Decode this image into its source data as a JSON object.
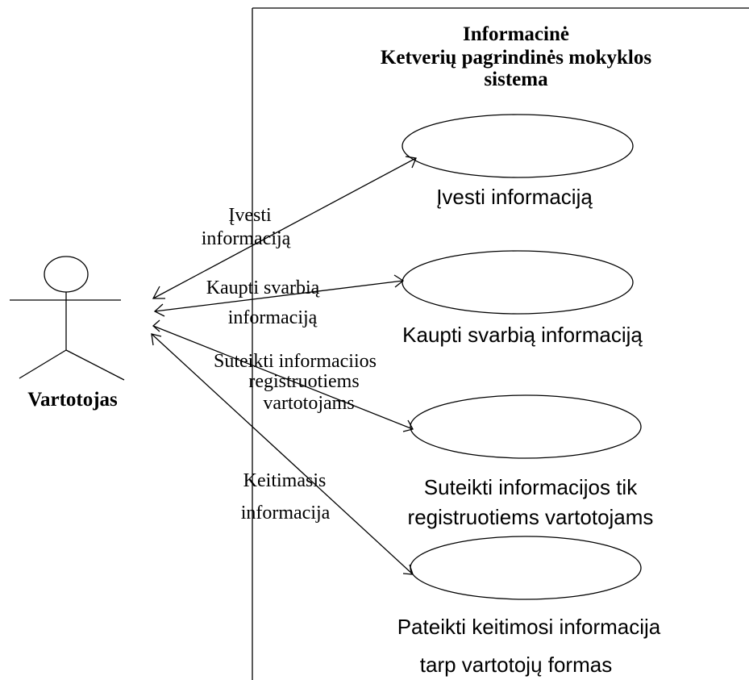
{
  "system": {
    "title_lines": [
      "Informacinė",
      "Ketverių pagrindinės mokyklos",
      "sistema"
    ]
  },
  "actor": {
    "name": "Vartotojas"
  },
  "use_cases": [
    {
      "id": "uc1",
      "label_lines": [
        "Įvesti informaciją"
      ]
    },
    {
      "id": "uc2",
      "label_lines": [
        "Kaupti svarbią informaciją"
      ]
    },
    {
      "id": "uc3",
      "label_lines": [
        "Suteikti informacijos tik",
        "registruotiems vartotojams"
      ]
    },
    {
      "id": "uc4",
      "label_lines": [
        "Pateikti keitimosi informacija",
        "tarp vartotojų formas"
      ]
    }
  ],
  "associations": [
    {
      "id": "a1",
      "label_lines": [
        "Įvesti",
        "informaciją"
      ]
    },
    {
      "id": "a2",
      "label_lines": [
        "Kaupti svarbią",
        "informaciją"
      ]
    },
    {
      "id": "a3",
      "label_lines": [
        "Suteikti informaciios",
        "registruotiems",
        "vartotojams"
      ]
    },
    {
      "id": "a4",
      "label_lines": [
        "Keitimasis",
        "informacija"
      ]
    }
  ],
  "colors": {
    "stroke": "#000000",
    "background": "#ffffff"
  }
}
